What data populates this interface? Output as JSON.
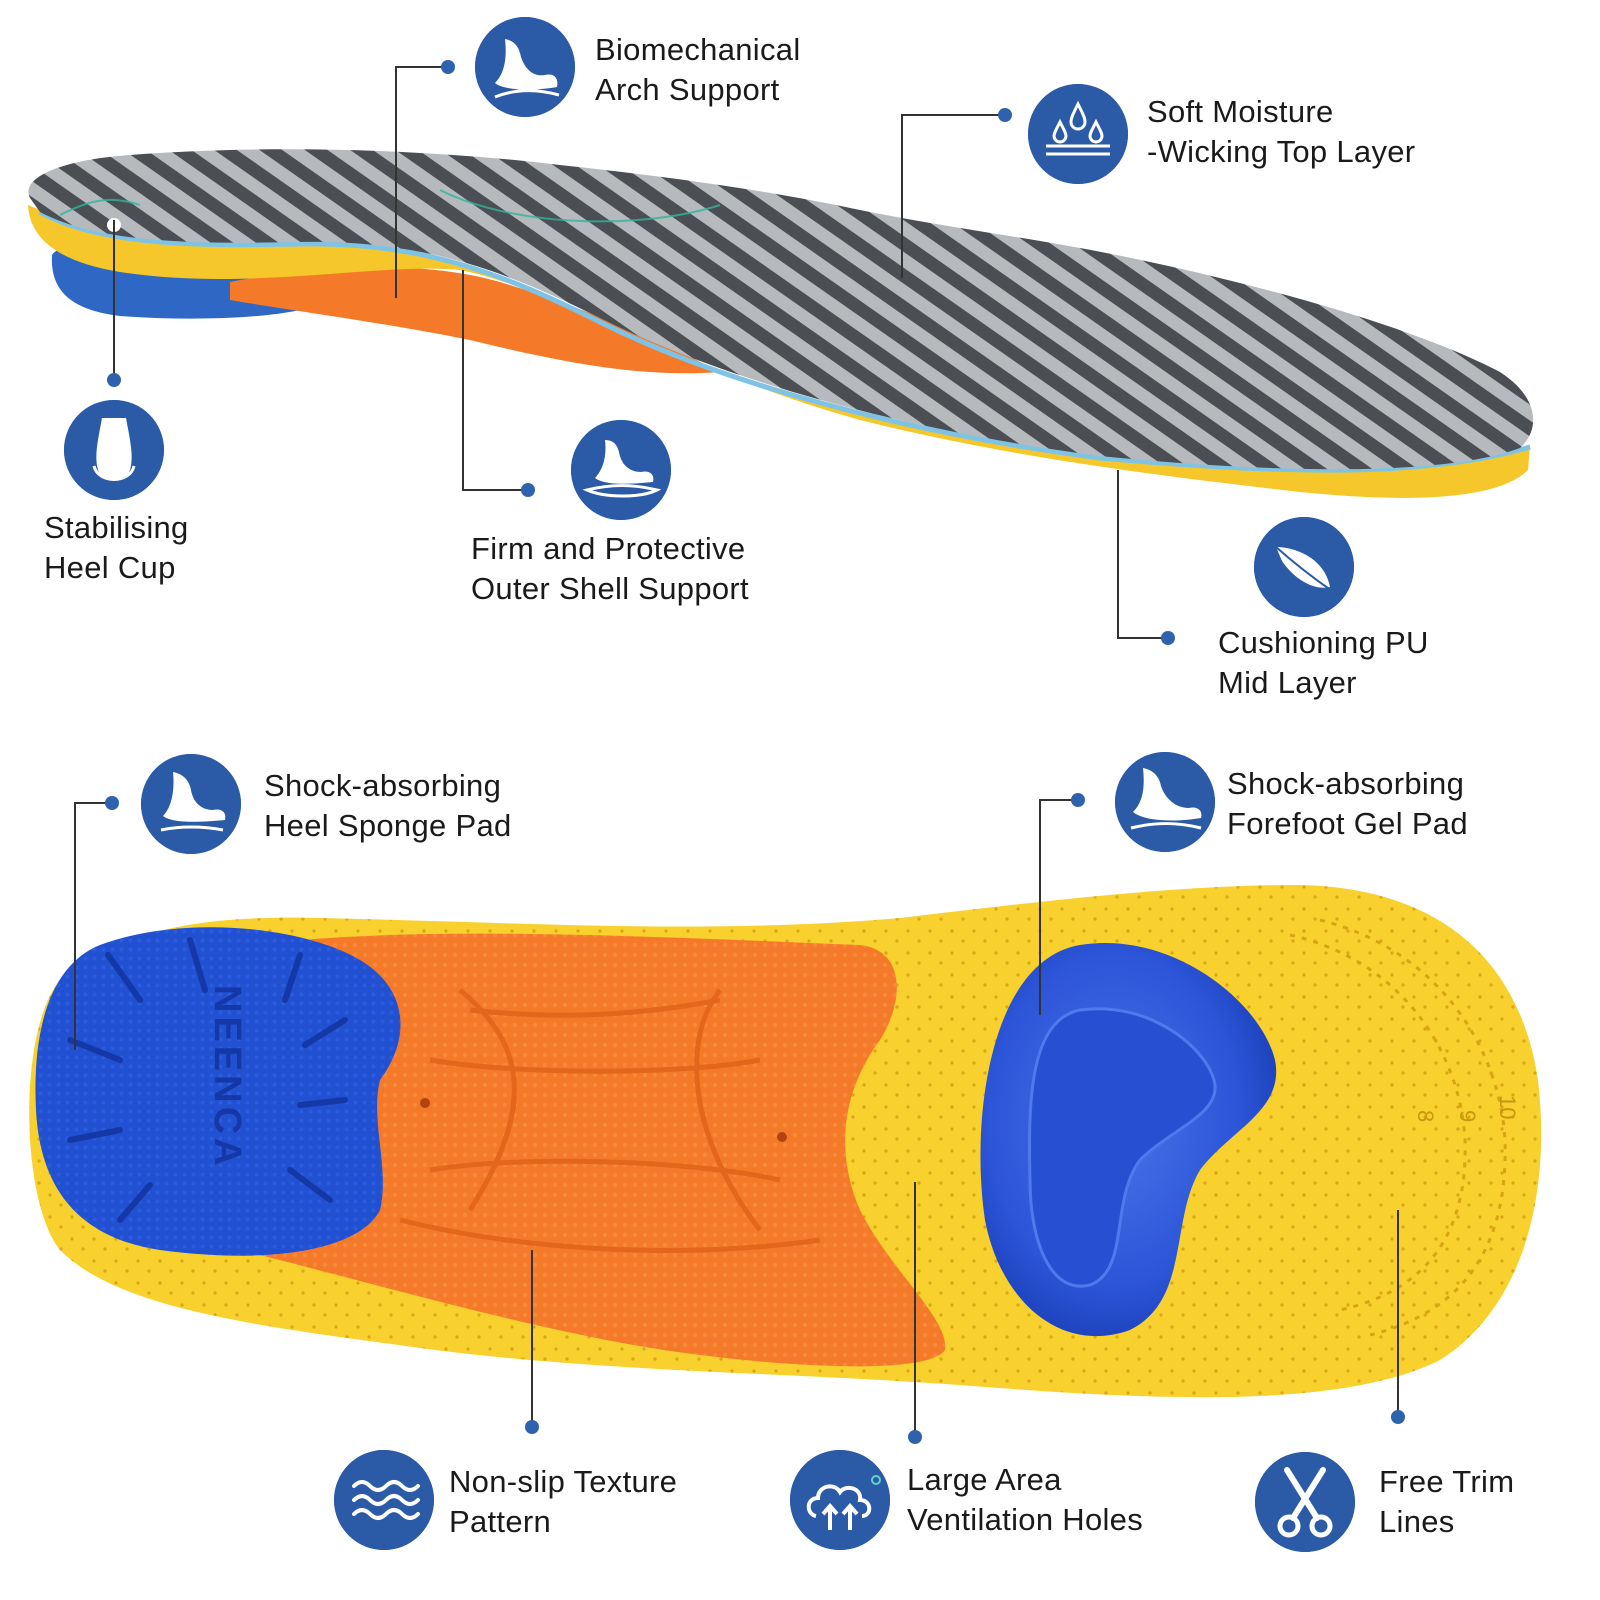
{
  "colors": {
    "icon_blue": "#2b5aa6",
    "carbon_dark": "#4a4d50",
    "carbon_light": "#b4b8bb",
    "foam_yellow": "#f7cf2a",
    "shell_orange": "#f47a2a",
    "heel_blue": "#1f4fd0",
    "gel_blue": "#2c55d8"
  },
  "features": {
    "arch_support": {
      "line1": "Biomechanical",
      "line2": "Arch Support",
      "icon": "arch-foot-icon"
    },
    "moisture_layer": {
      "line1": "Soft Moisture",
      "line2": "-Wicking Top Layer",
      "icon": "water-drops-icon"
    },
    "heel_cup": {
      "line1": "Stabilising",
      "line2": "Heel Cup",
      "icon": "heel-cup-icon"
    },
    "outer_shell": {
      "line1": "Firm and Protective",
      "line2": "Outer Shell Support",
      "icon": "foot-shell-icon"
    },
    "pu_layer": {
      "line1": "Cushioning PU",
      "line2": "Mid Layer",
      "icon": "feather-icon"
    },
    "heel_pad": {
      "line1": "Shock-absorbing",
      "line2": "Heel Sponge Pad",
      "icon": "heel-foot-icon"
    },
    "forefoot_pad": {
      "line1": "Shock-absorbing",
      "line2": "Forefoot Gel Pad",
      "icon": "forefoot-icon"
    },
    "texture": {
      "line1": "Non-slip Texture",
      "line2": "Pattern",
      "icon": "waves-icon"
    },
    "ventilation": {
      "line1": "Large Area",
      "line2": "Ventilation Holes",
      "icon": "ventilation-icon"
    },
    "trim": {
      "line1": "Free Trim",
      "line2": "Lines",
      "icon": "scissors-icon"
    }
  },
  "insole": {
    "brand": "NEENCA",
    "trim_sizes": [
      "8",
      "9",
      "10"
    ]
  }
}
